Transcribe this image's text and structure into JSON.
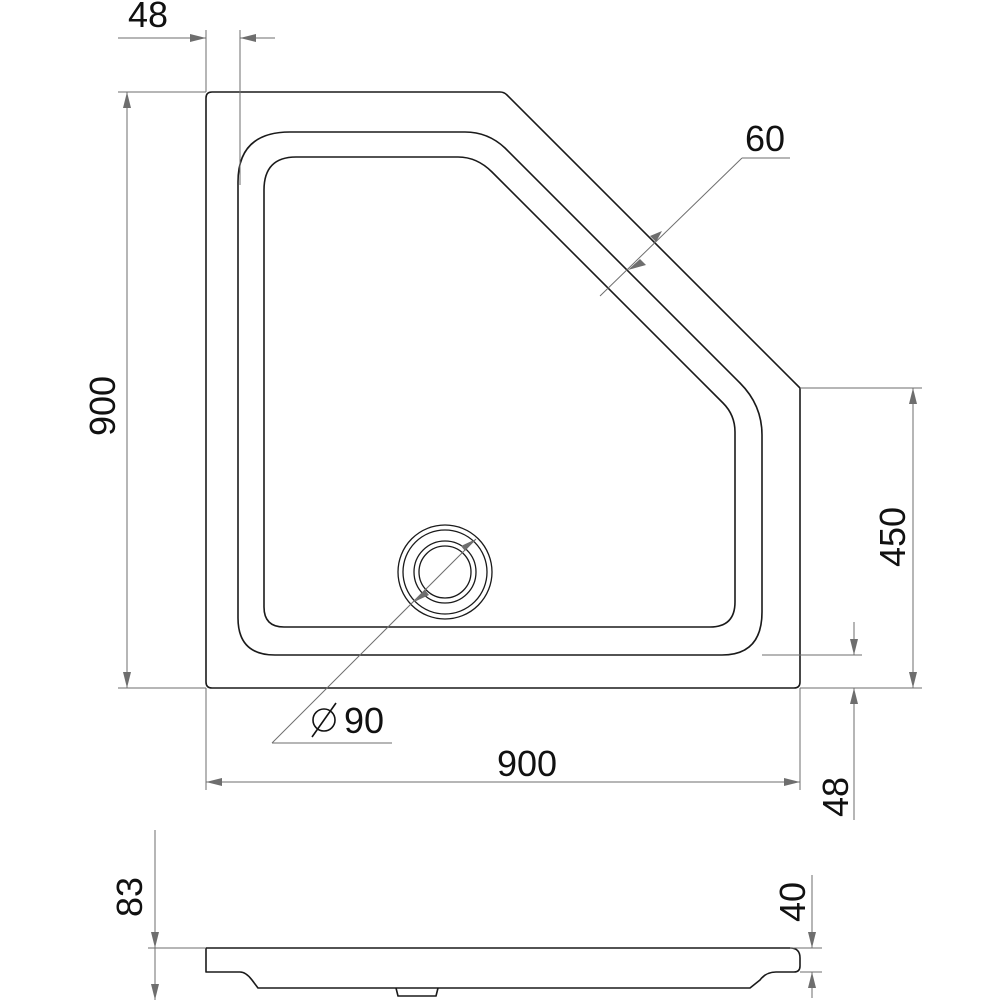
{
  "dimensions": {
    "rim_width_top": "48",
    "tray_length_left": "900",
    "tray_width_bottom": "900",
    "side_length_right": "450",
    "rim_width_right": "48",
    "diagonal_rim_width": "60",
    "drain_diameter_value": "90",
    "tray_total_height": "83",
    "rim_edge_height": "40"
  },
  "colors": {
    "outline": "#1a1a1a",
    "dimension_lines": "#6e6e6e",
    "text": "#111111",
    "background": "#ffffff"
  }
}
